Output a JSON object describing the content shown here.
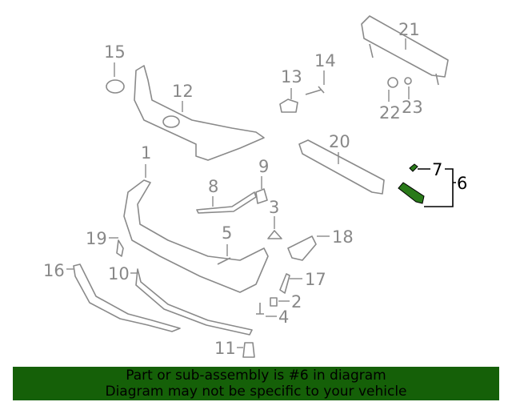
{
  "diagram": {
    "highlighted_part": "6",
    "highlight_color": "#2a7a1a",
    "callouts": [
      "1",
      "2",
      "3",
      "4",
      "5",
      "6",
      "7",
      "8",
      "9",
      "10",
      "11",
      "12",
      "13",
      "14",
      "15",
      "16",
      "17",
      "18",
      "19",
      "20",
      "21",
      "22",
      "23"
    ]
  },
  "banner": {
    "line1": "Part or sub-assembly is #6 in diagram",
    "line2": "Diagram may not be specific to your vehicle",
    "background": "#156008"
  }
}
